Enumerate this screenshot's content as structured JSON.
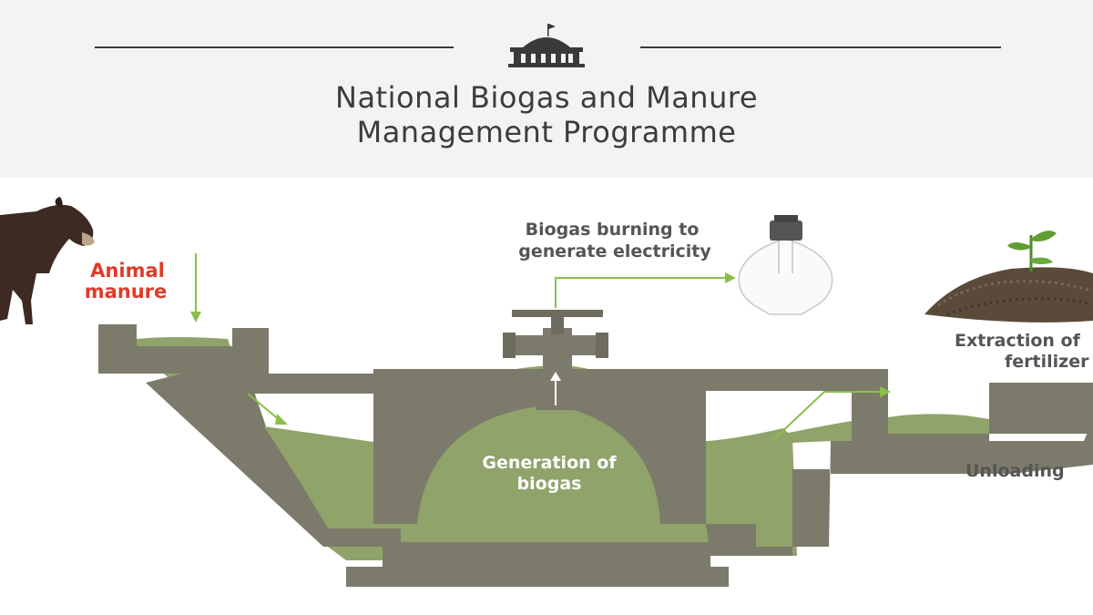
{
  "header": {
    "title_line1": "National Biogas and Manure",
    "title_line2": "Management Programme"
  },
  "labels": {
    "animal_manure_line1": "Animal",
    "animal_manure_line2": "manure",
    "biogas_burning_line1": "Biogas burning to",
    "biogas_burning_line2": "generate electricity",
    "generation_line1": "Generation of",
    "generation_line2": "biogas",
    "extraction_line1": "Extraction of",
    "extraction_line2": "fertilizer",
    "unloading": "Unloading"
  },
  "colors": {
    "structure": "#7c7a6a",
    "slurry": "#8fa36a",
    "arrow": "#8bbf4a",
    "manure_label": "#e03b2a",
    "label": "#555555",
    "generation_label": "#ffffff"
  }
}
